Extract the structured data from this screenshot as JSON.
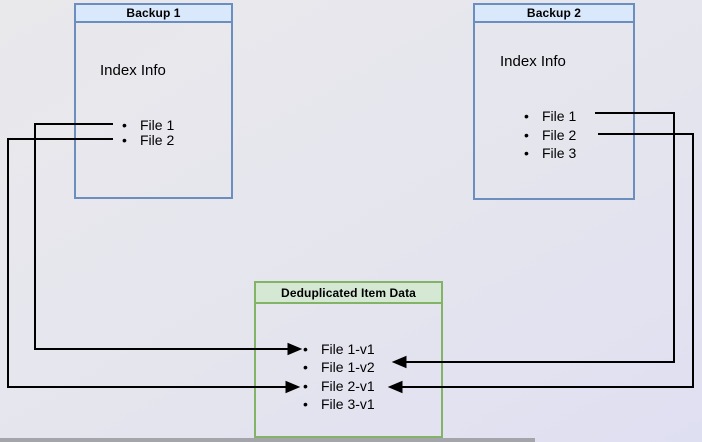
{
  "diagram": {
    "bullet": "•",
    "backup1": {
      "title": "Backup 1",
      "subtitle": "Index Info",
      "files": [
        "File 1",
        "File 2"
      ]
    },
    "backup2": {
      "title": "Backup 2",
      "subtitle": "Index Info",
      "files": [
        "File 1",
        "File 2",
        "File 3"
      ]
    },
    "dedup": {
      "title": "Deduplicated Item Data",
      "items": [
        "File 1-v1",
        "File 1-v2",
        "File 2-v1",
        "File 3-v1"
      ]
    },
    "edges": [
      {
        "from": "Backup 1 / File 1",
        "to": "File 1-v1",
        "direction": "left-down-right"
      },
      {
        "from": "Backup 1 / File 2",
        "to": "File 2-v1",
        "direction": "left-down-right"
      },
      {
        "from": "Backup 2 / File 1",
        "to": "File 1-v2",
        "direction": "right-down-left"
      },
      {
        "from": "Backup 2 / File 2",
        "to": "File 2-v1",
        "direction": "right-down-left"
      }
    ],
    "colors": {
      "backup_border": "#6c8ebf",
      "backup_header_fill": "#dae8fc",
      "dedup_border": "#82b366",
      "dedup_header_fill": "#d5e8d4",
      "connector": "#000000",
      "background": "#e5e5ee",
      "bottom_bar": "#a4a4ab"
    }
  }
}
